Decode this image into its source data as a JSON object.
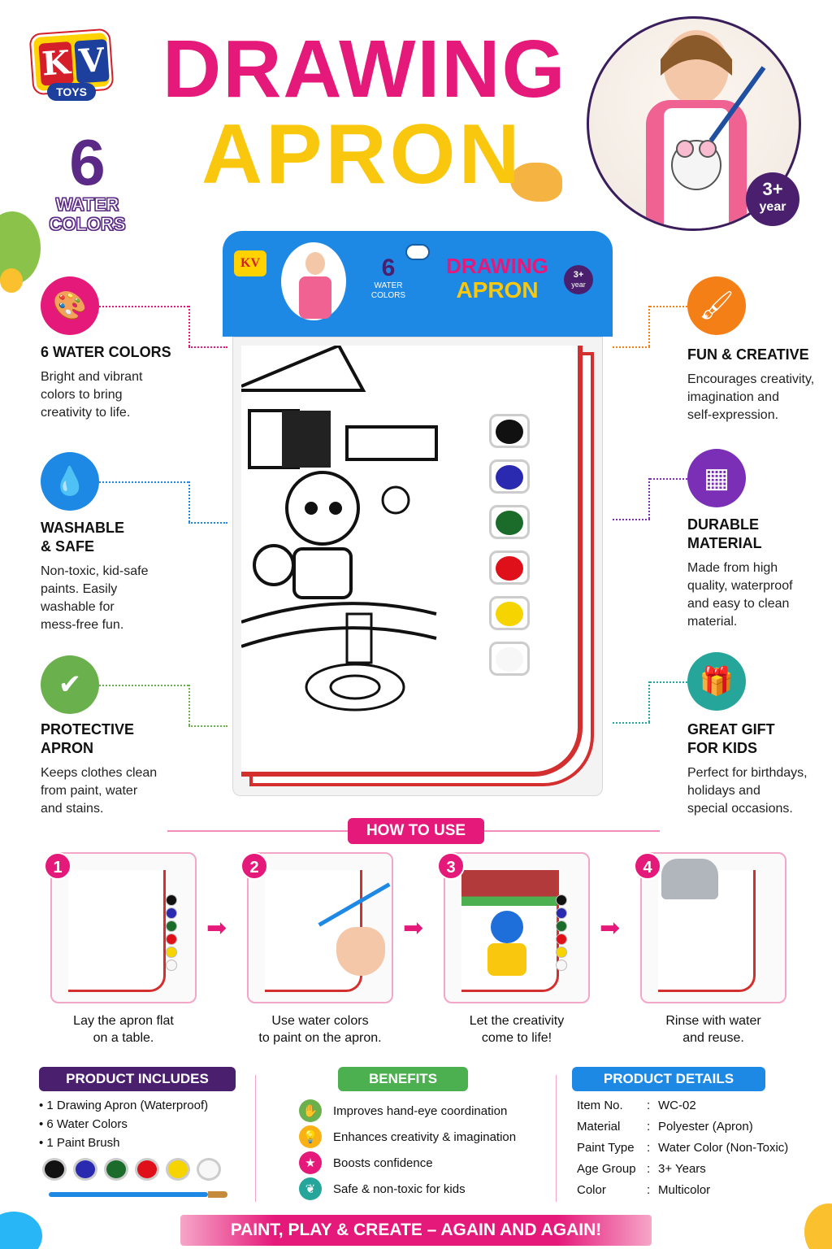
{
  "brand": {
    "logo_k": "K",
    "logo_v": "V",
    "logo_sub": "TOYS"
  },
  "title": {
    "line1": "DRAWING",
    "line2": "APRON"
  },
  "badge_six": {
    "number": "6",
    "line1": "WATER",
    "line2": "COLORS"
  },
  "age_badge": {
    "line1": "3+",
    "line2": "year"
  },
  "package_header": {
    "six_number": "6",
    "six_line1": "WATER",
    "six_line2": "COLORS",
    "title1": "DRAWING",
    "title2": "APRON",
    "age1": "3+",
    "age2": "year"
  },
  "features_left": [
    {
      "title1": "6 WATER COLORS",
      "title2": "",
      "desc": [
        "Bright and vibrant",
        "colors to bring",
        "creativity to life."
      ],
      "color": "#e5197a",
      "icon": "palette-icon"
    },
    {
      "title1": "WASHABLE",
      "title2": "& SAFE",
      "desc": [
        "Non-toxic, kid-safe",
        "paints. Easily",
        "washable for",
        "mess-free fun."
      ],
      "color": "#1e88e5",
      "icon": "water-drop-leaf-icon"
    },
    {
      "title1": "PROTECTIVE",
      "title2": "APRON",
      "desc": [
        "Keeps clothes clean",
        "from paint, water",
        "and stains."
      ],
      "color": "#6ab04c",
      "icon": "shield-check-icon"
    }
  ],
  "features_right": [
    {
      "title1": "FUN & CREATIVE",
      "title2": "",
      "desc": [
        "Encourages creativity,",
        "imagination and",
        "self-expression."
      ],
      "color": "#f57f17",
      "icon": "paint-brush-icon"
    },
    {
      "title1": "DURABLE",
      "title2": "MATERIAL",
      "desc": [
        "Made from high",
        "quality, waterproof",
        "and easy to clean",
        "material."
      ],
      "color": "#7b2fb7",
      "icon": "fabric-weave-icon"
    },
    {
      "title1": "GREAT GIFT",
      "title2": "FOR KIDS",
      "desc": [
        "Perfect for birthdays,",
        "holidays and",
        "special occasions."
      ],
      "color": "#26a69a",
      "icon": "gift-icon"
    }
  ],
  "how_to_use": {
    "heading": "HOW TO USE",
    "steps": [
      {
        "num": "1",
        "line1": "Lay the apron flat",
        "line2": "on a table."
      },
      {
        "num": "2",
        "line1": "Use water colors",
        "line2": "to paint on the apron."
      },
      {
        "num": "3",
        "line1": "Let the creativity",
        "line2": "come to life!"
      },
      {
        "num": "4",
        "line1": "Rinse with water",
        "line2": "and reuse."
      }
    ]
  },
  "product_includes": {
    "heading": "PRODUCT INCLUDES",
    "items": [
      "• 1 Drawing Apron (Waterproof)",
      "• 6 Water Colors",
      "• 1 Paint Brush"
    ]
  },
  "benefits": {
    "heading": "BENEFITS",
    "items": [
      {
        "text": "Improves hand-eye coordination",
        "icon": "hand-icon",
        "color": "#6ab04c"
      },
      {
        "text": "Enhances creativity & imagination",
        "icon": "lightbulb-icon",
        "color": "#f9b115"
      },
      {
        "text": "Boosts confidence",
        "icon": "star-icon",
        "color": "#e5197a"
      },
      {
        "text": "Safe & non-toxic for kids",
        "icon": "leaf-icon",
        "color": "#26a69a"
      }
    ]
  },
  "product_details": {
    "heading": "PRODUCT DETAILS",
    "rows": [
      {
        "label": "Item No.",
        "value": "WC-02"
      },
      {
        "label": "Material",
        "value": "Polyester (Apron)"
      },
      {
        "label": "Paint Type",
        "value": "Water Color (Non-Toxic)"
      },
      {
        "label": "Age Group",
        "value": "3+ Years"
      },
      {
        "label": "Color",
        "value": "Multicolor"
      }
    ]
  },
  "paint_colors": [
    "#111111",
    "#2a2ab0",
    "#1b6b2a",
    "#e0101a",
    "#f5d400",
    "#f7f7f7"
  ],
  "footer": "PAINT, PLAY & CREATE – AGAIN AND AGAIN!"
}
